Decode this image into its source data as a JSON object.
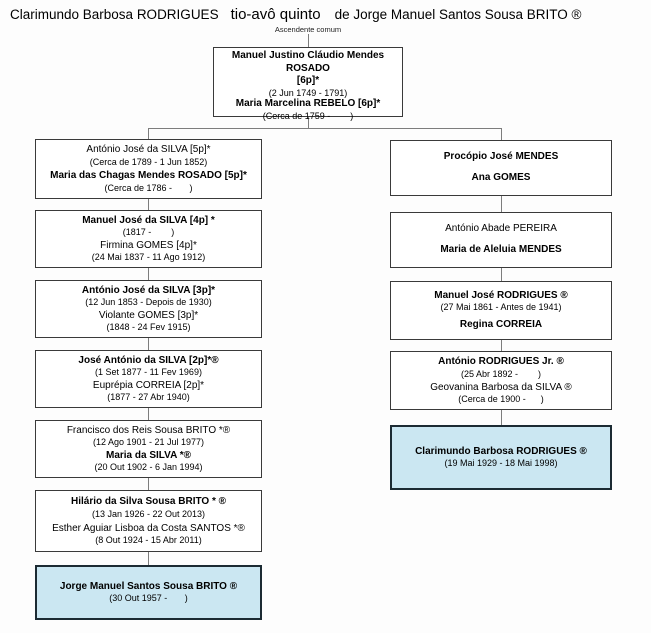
{
  "title": {
    "person1": "Clarimundo Barbosa RODRIGUES",
    "relationship": "tio-avô quinto",
    "tail": "de Jorge Manuel Santos Sousa BRITO ®"
  },
  "common_ancestor_label": "Ascendente comum",
  "colors": {
    "highlight_fill": "#cbe7f2",
    "box_border": "#3a3a3a",
    "connector": "#7d7d7d"
  },
  "root_box": {
    "persons": [
      {
        "name": "Manuel Justino Cláudio Mendes ROSADO\n[6p]*",
        "bold": true,
        "dates": "(2 Jun 1749 - 1791)"
      },
      {
        "name": "Maria Marcelina REBELO [6p]*",
        "bold": true,
        "dates": "(Cerca de 1759 -        )"
      }
    ]
  },
  "left_column": [
    {
      "persons": [
        {
          "name": "António José da SILVA [5p]*",
          "bold": false,
          "dates": "(Cerca de 1789 - 1 Jun 1852)"
        },
        {
          "name": "Maria das Chagas Mendes ROSADO [5p]*",
          "bold": true,
          "dates": "(Cerca de 1786 -       )"
        }
      ]
    },
    {
      "persons": [
        {
          "name": "Manuel José da SILVA [4p] *",
          "bold": true,
          "dates": "(1817 -        )"
        },
        {
          "name": "Firmina GOMES [4p]*",
          "bold": false,
          "dates": "(24 Mai 1837 - 11 Ago 1912)"
        }
      ]
    },
    {
      "persons": [
        {
          "name": "António José da SILVA [3p]*",
          "bold": true,
          "dates": "(12 Jun 1853 - Depois de 1930)"
        },
        {
          "name": "Violante GOMES [3p]*",
          "bold": false,
          "dates": "(1848 - 24 Fev 1915)"
        }
      ]
    },
    {
      "persons": [
        {
          "name": "José António da SILVA [2p]*®",
          "bold": true,
          "dates": "(1 Set 1877 - 11 Fev 1969)"
        },
        {
          "name": "Euprépia CORREIA [2p]*",
          "bold": false,
          "dates": "(1877 - 27 Abr 1940)"
        }
      ]
    },
    {
      "persons": [
        {
          "name": "Francisco dos Reis Sousa BRITO *®",
          "bold": false,
          "dates": "(12 Ago 1901 - 21 Jul 1977)"
        },
        {
          "name": "Maria da SILVA *®",
          "bold": true,
          "dates": "(20 Out 1902 - 6 Jan 1994)"
        }
      ]
    },
    {
      "persons": [
        {
          "name": "Hilário da Silva Sousa BRITO * ®",
          "bold": true,
          "dates": "(13 Jan 1926 - 22 Out 2013)"
        },
        {
          "name": "Esther Aguiar Lisboa da Costa SANTOS *®",
          "bold": false,
          "dates": "(8 Out 1924 - 15 Abr 2011)"
        }
      ]
    },
    {
      "highlight": true,
      "persons": [
        {
          "name": "Jorge Manuel Santos Sousa BRITO ®",
          "bold": true,
          "dates": "(30 Out 1957 -       )"
        }
      ]
    }
  ],
  "right_column": [
    {
      "persons": [
        {
          "name": "Procópio José MENDES",
          "bold": true
        },
        {
          "name": "Ana GOMES",
          "bold": true
        }
      ]
    },
    {
      "persons": [
        {
          "name": "António Abade PEREIRA",
          "bold": false
        },
        {
          "name": "Maria de Aleluia MENDES",
          "bold": true
        }
      ]
    },
    {
      "persons": [
        {
          "name": "Manuel José RODRIGUES ®",
          "bold": true,
          "dates": "(27 Mai 1861 - Antes de 1941)"
        },
        {
          "name": "Regina CORREIA",
          "bold": true
        }
      ]
    },
    {
      "persons": [
        {
          "name": "António RODRIGUES Jr. ®",
          "bold": true,
          "dates": "(25 Abr 1892 -        )"
        },
        {
          "name": "Geovanina Barbosa da SILVA ®",
          "bold": false,
          "dates": "(Cerca de 1900 -      )"
        }
      ]
    },
    {
      "highlight": true,
      "persons": [
        {
          "name": "Clarimundo Barbosa RODRIGUES ®",
          "bold": true,
          "dates": "(19 Mai 1929 - 18 Mai 1998)"
        }
      ]
    }
  ]
}
